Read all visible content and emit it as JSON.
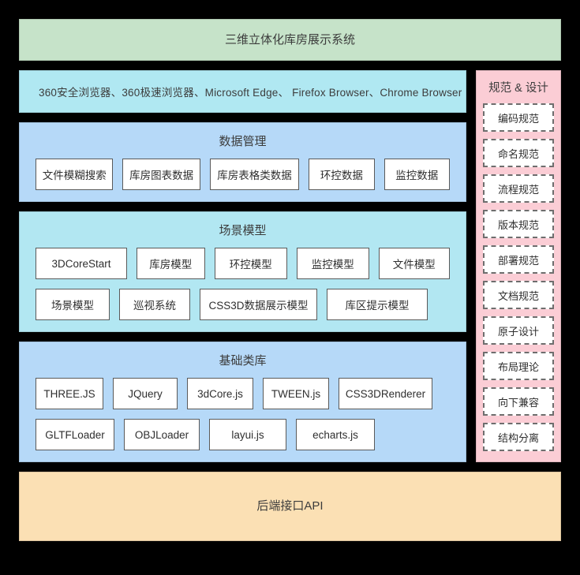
{
  "system": {
    "title": "三维立体化库房展示系统"
  },
  "browser": {
    "text": "360安全浏览器、360极速浏览器、Microsoft Edge、 Firefox Browser、Chrome Browser"
  },
  "data_management": {
    "title": "数据管理",
    "items": [
      {
        "label": "文件模糊搜索",
        "width": 104
      },
      {
        "label": "库房图表数据",
        "width": 104
      },
      {
        "label": "库房表格类数据",
        "width": 120
      },
      {
        "label": "环控数据",
        "width": 88
      },
      {
        "label": "监控数据",
        "width": 88
      }
    ]
  },
  "scene_model": {
    "title": "场景模型",
    "rows": [
      [
        {
          "label": "3DCoreStart",
          "width": 118
        },
        {
          "label": "库房模型",
          "width": 88
        },
        {
          "label": "环控模型",
          "width": 94
        },
        {
          "label": "监控模型",
          "width": 93
        },
        {
          "label": "文件模型",
          "width": 92
        }
      ],
      [
        {
          "label": "场景模型",
          "width": 94
        },
        {
          "label": "巡视系统",
          "width": 90
        },
        {
          "label": "CSS3D数据展示模型",
          "width": 149
        },
        {
          "label": "库区提示模型",
          "width": 128
        }
      ]
    ]
  },
  "base_library": {
    "title": "基础类库",
    "rows": [
      [
        {
          "label": "THREE.JS",
          "width": 86
        },
        {
          "label": "JQuery",
          "width": 82
        },
        {
          "label": "3dCore.js",
          "width": 84
        },
        {
          "label": "TWEEN.js",
          "width": 84
        },
        {
          "label": "CSS3DRenderer",
          "width": 119
        }
      ],
      [
        {
          "label": "GLTFLoader",
          "width": 100
        },
        {
          "label": "OBJLoader",
          "width": 96
        },
        {
          "label": "layui.js",
          "width": 98
        },
        {
          "label": "echarts.js",
          "width": 100
        }
      ]
    ]
  },
  "api": {
    "title": "后端接口API"
  },
  "sidebar": {
    "title": "规范 & 设计",
    "items": [
      {
        "label": "编码规范"
      },
      {
        "label": "命名规范"
      },
      {
        "label": "流程规范"
      },
      {
        "label": "版本规范"
      },
      {
        "label": "部署规范"
      },
      {
        "label": "文档规范"
      },
      {
        "label": "原子设计"
      },
      {
        "label": "布局理论"
      },
      {
        "label": "向下兼容"
      },
      {
        "label": "结构分离"
      }
    ]
  },
  "colors": {
    "background": "#000000",
    "system_panel": "#c6e3c9",
    "browser_panel": "#b0e8f2",
    "data_panel": "#b6d9f8",
    "scene_panel": "#b2e7f2",
    "library_panel": "#b6d9f8",
    "api_panel": "#fbe0b4",
    "sidebar_panel": "#fbcdd5",
    "chip_fill": "#ffffff",
    "chip_border": "#5a5a5a",
    "text": "#3c3c3c"
  }
}
